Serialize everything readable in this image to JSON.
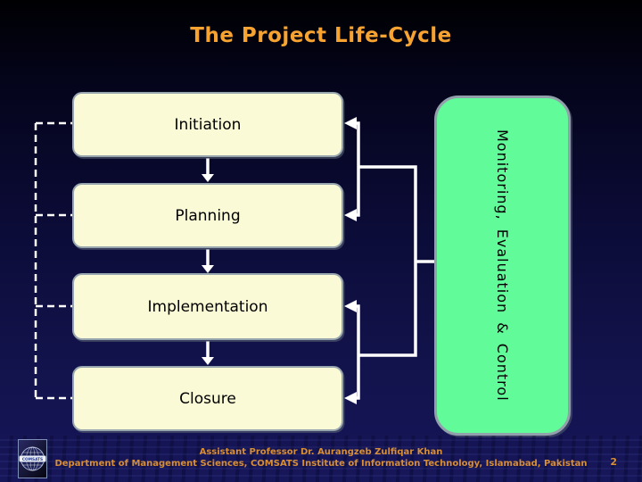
{
  "slide": {
    "title": "The Project Life-Cycle",
    "page_number": "2"
  },
  "diagram": {
    "stages": [
      {
        "label": "Initiation"
      },
      {
        "label": "Planning"
      },
      {
        "label": "Implementation"
      },
      {
        "label": "Closure"
      }
    ],
    "side_panel": {
      "label": "Monitoring, Evaluation & Control"
    }
  },
  "footer": {
    "line1": "Assistant Professor Dr. Aurangzeb Zulfiqar Khan",
    "line2": "Department of Management Sciences, COMSATS Institute of Information Technology, Islamabad, Pakistan"
  },
  "logo": {
    "text": "COMSATS"
  },
  "colors": {
    "title_text": "#F7A331",
    "stage_box_fill": "#FAFAD6",
    "stage_box_border": "#97A5AF",
    "side_panel_fill": "#62FB99",
    "footer_text": "#D78E35",
    "connector": "#FFFFFF",
    "background_top": "#000002",
    "background_bottom": "#16165A"
  }
}
